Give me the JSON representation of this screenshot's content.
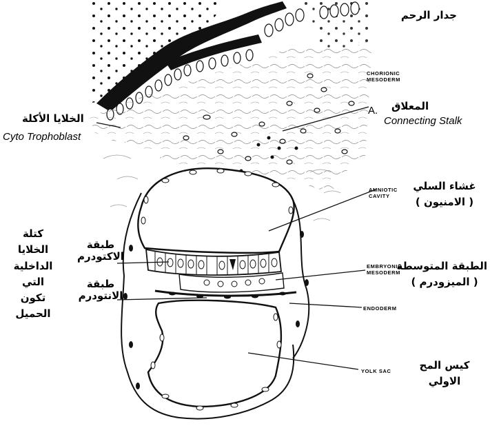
{
  "labels": {
    "uterus_wall_ar": "جدار الرحم",
    "chorionic_mesoderm": [
      "CHORIONIC",
      "MESODERM"
    ],
    "connecting_stalk_ar": "المعلاق",
    "connecting_stalk_marker": "A.",
    "connecting_stalk_en": "Connecting Stalk",
    "cytotrophoblast_ar": "الخلايا الأكلة",
    "cytotrophoblast_en": "Cyto Trophoblast",
    "amniotic_cavity": [
      "AMNIOTIC",
      "CAVITY"
    ],
    "amnion_ar": [
      "غشاء السلي",
      "( الامنيون )"
    ],
    "inner_cell_mass_ar": [
      "كتلة",
      "الخلايا",
      "الداخلية",
      "التي",
      "تكون",
      "الحميل"
    ],
    "ectoderm_ar": [
      "طبقة",
      "الاكتودرم"
    ],
    "endoderm_ar": [
      "طبقة",
      "الانتودرم"
    ],
    "embryonic_mesoderm": [
      "EMBRYONIC",
      "MESODERM"
    ],
    "mesoderm_ar": [
      "الطبقة المتوسطة",
      "( الميزودرم )"
    ],
    "endoderm": "ENDODERM",
    "yolk_sac": "YOLK SAC",
    "yolk_sac_ar": [
      "كيس المح",
      "الاولي"
    ]
  },
  "colors": {
    "ink": "#000000",
    "paper": "#ffffff",
    "line": "#111111"
  }
}
